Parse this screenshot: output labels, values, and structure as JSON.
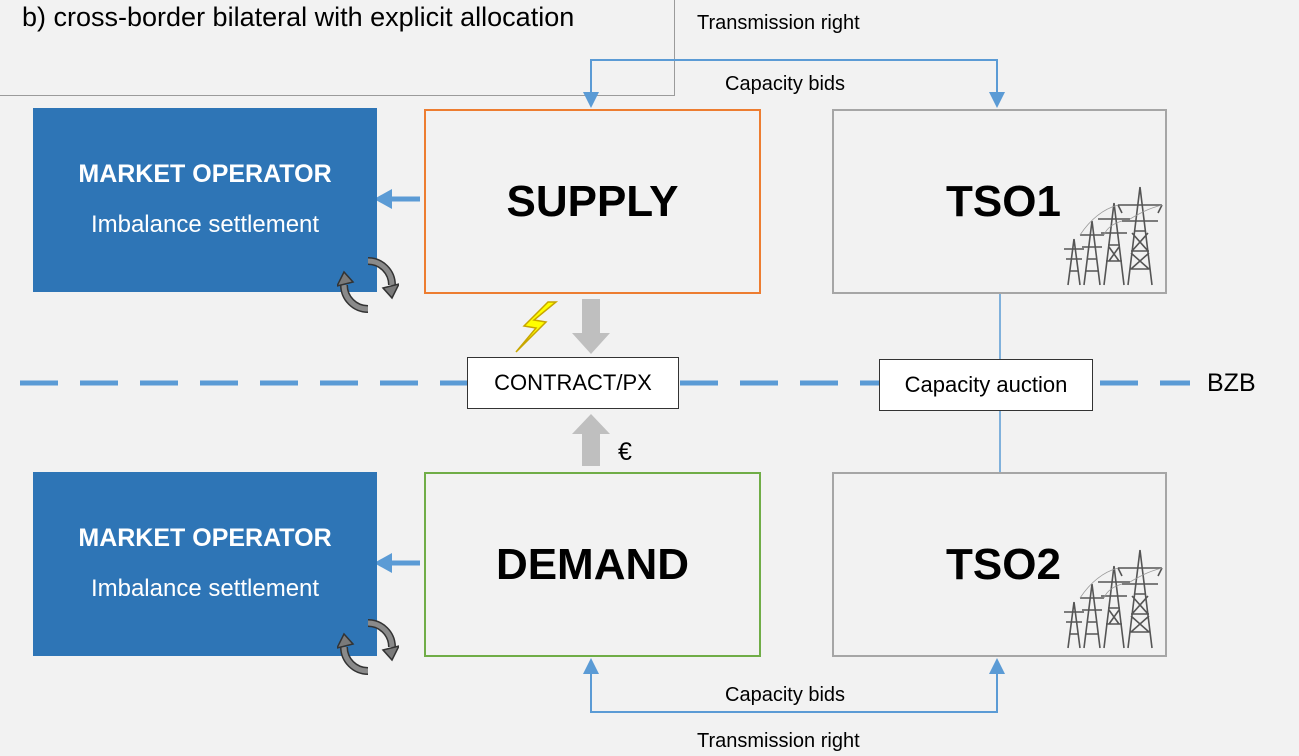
{
  "title": "b) cross-border bilateral with explicit allocation",
  "market_operator_top": {
    "title": "MARKET OPERATOR",
    "subtitle": "Imbalance settlement",
    "cycle_icon": "refresh-cycle-icon"
  },
  "market_operator_bottom": {
    "title": "MARKET OPERATOR",
    "subtitle": "Imbalance settlement",
    "cycle_icon": "refresh-cycle-icon"
  },
  "supply": {
    "label": "SUPPLY"
  },
  "demand": {
    "label": "DEMAND"
  },
  "tso1": {
    "label": "TSO1",
    "icon": "transmission-tower-icon"
  },
  "tso2": {
    "label": "TSO2",
    "icon": "transmission-tower-icon"
  },
  "contract": {
    "label": "CONTRACT/PX"
  },
  "capacity_auction": {
    "label": "Capacity auction"
  },
  "top_flows": {
    "transmission_right": "Transmission right",
    "capacity_bids": "Capacity bids"
  },
  "bottom_flows": {
    "capacity_bids": "Capacity bids",
    "transmission_right": "Transmission right"
  },
  "bzb_label": "BZB",
  "euro_symbol": "€",
  "lightning_icon": "lightning-bolt-icon",
  "colors": {
    "market_operator": "#2e75b6",
    "supply_border": "#ed7d31",
    "demand_border": "#70ad47",
    "tso_border": "#a6a6a6",
    "flow_line": "#5b9bd5",
    "arrow_gray": "#bfbfbf",
    "lightning": "#ffff00"
  }
}
